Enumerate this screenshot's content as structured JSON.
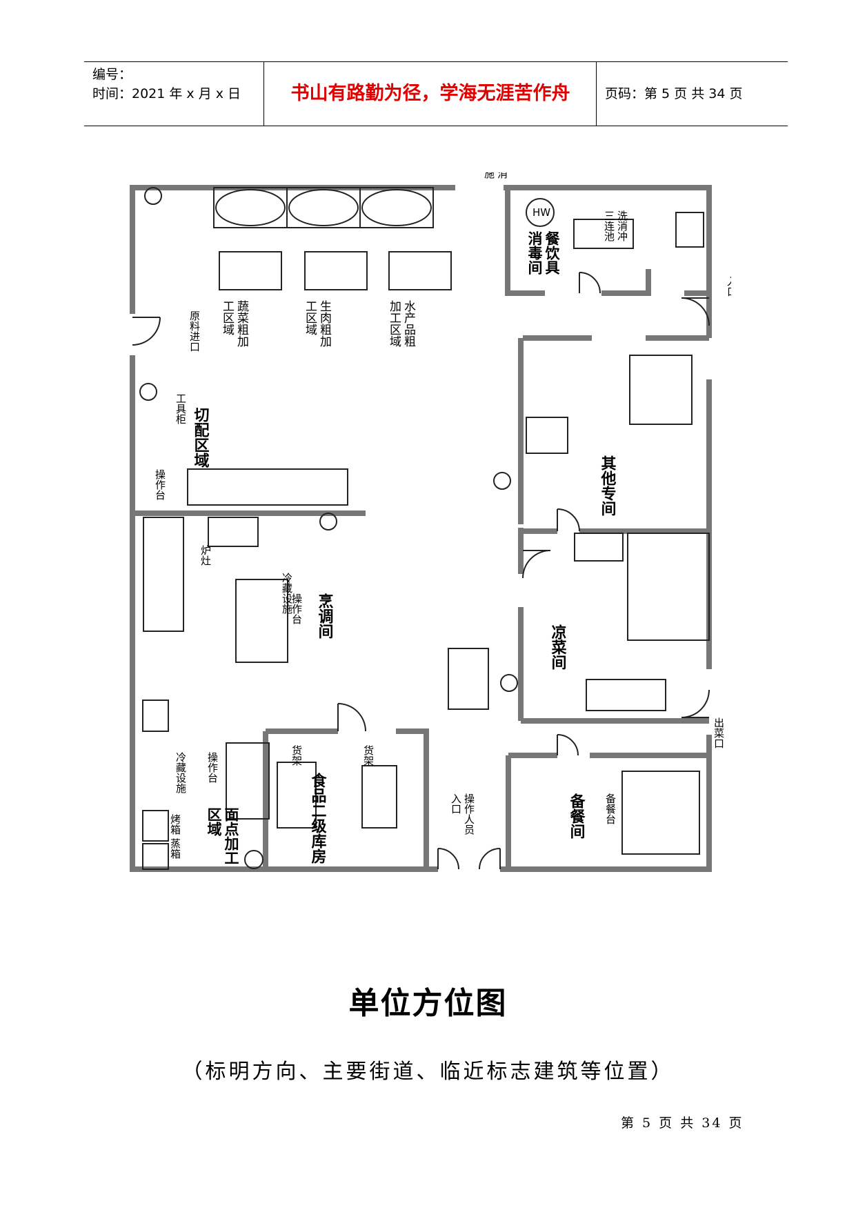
{
  "header": {
    "number_label": "编号：",
    "time_label": "时间：2021 年 x 月 x 日",
    "motto": "书山有路勤为径，学海无涯苦作舟",
    "page_label": "页码：第 5 页  共 34 页"
  },
  "plan": {
    "rooms": {
      "veg": "蔬菜粗加\n工区域",
      "meat": "生肉粗加\n工区域",
      "seafood": "水产品粗\n加工区域",
      "disinfect": "餐饮具\n消毒间",
      "heat": "热力消\n毒设施",
      "hw": "HW",
      "sink3": "洗消冲\n三连池",
      "dirty_entry": "污染餐具\n入口",
      "raw_entry": "原料进口",
      "tool": "工具柜",
      "cut_area": "切配区域",
      "op_table": "操作台",
      "other_room": "其他专间",
      "stove": "炉灶",
      "cold1": "冷藏设施",
      "op_table2": "操作台",
      "cook_room": "烹调间",
      "cold_dish": "凉菜间",
      "out_entry": "出菜口",
      "pastry": "面点加工\n区域",
      "oven": "烤箱 蒸箱",
      "cold2": "冷藏设施",
      "op_table3": "操作台",
      "storage": "食品二级库房",
      "shelf1": "货架",
      "shelf2": "货架",
      "staff_entry": "操作人员\n入口",
      "prep_room": "备餐间",
      "prep_table": "备餐台"
    }
  },
  "title": "单位方位图",
  "subtitle": "（标明方向、主要街道、临近标志建筑等位置）",
  "footer": "第 5 页 共 34 页"
}
